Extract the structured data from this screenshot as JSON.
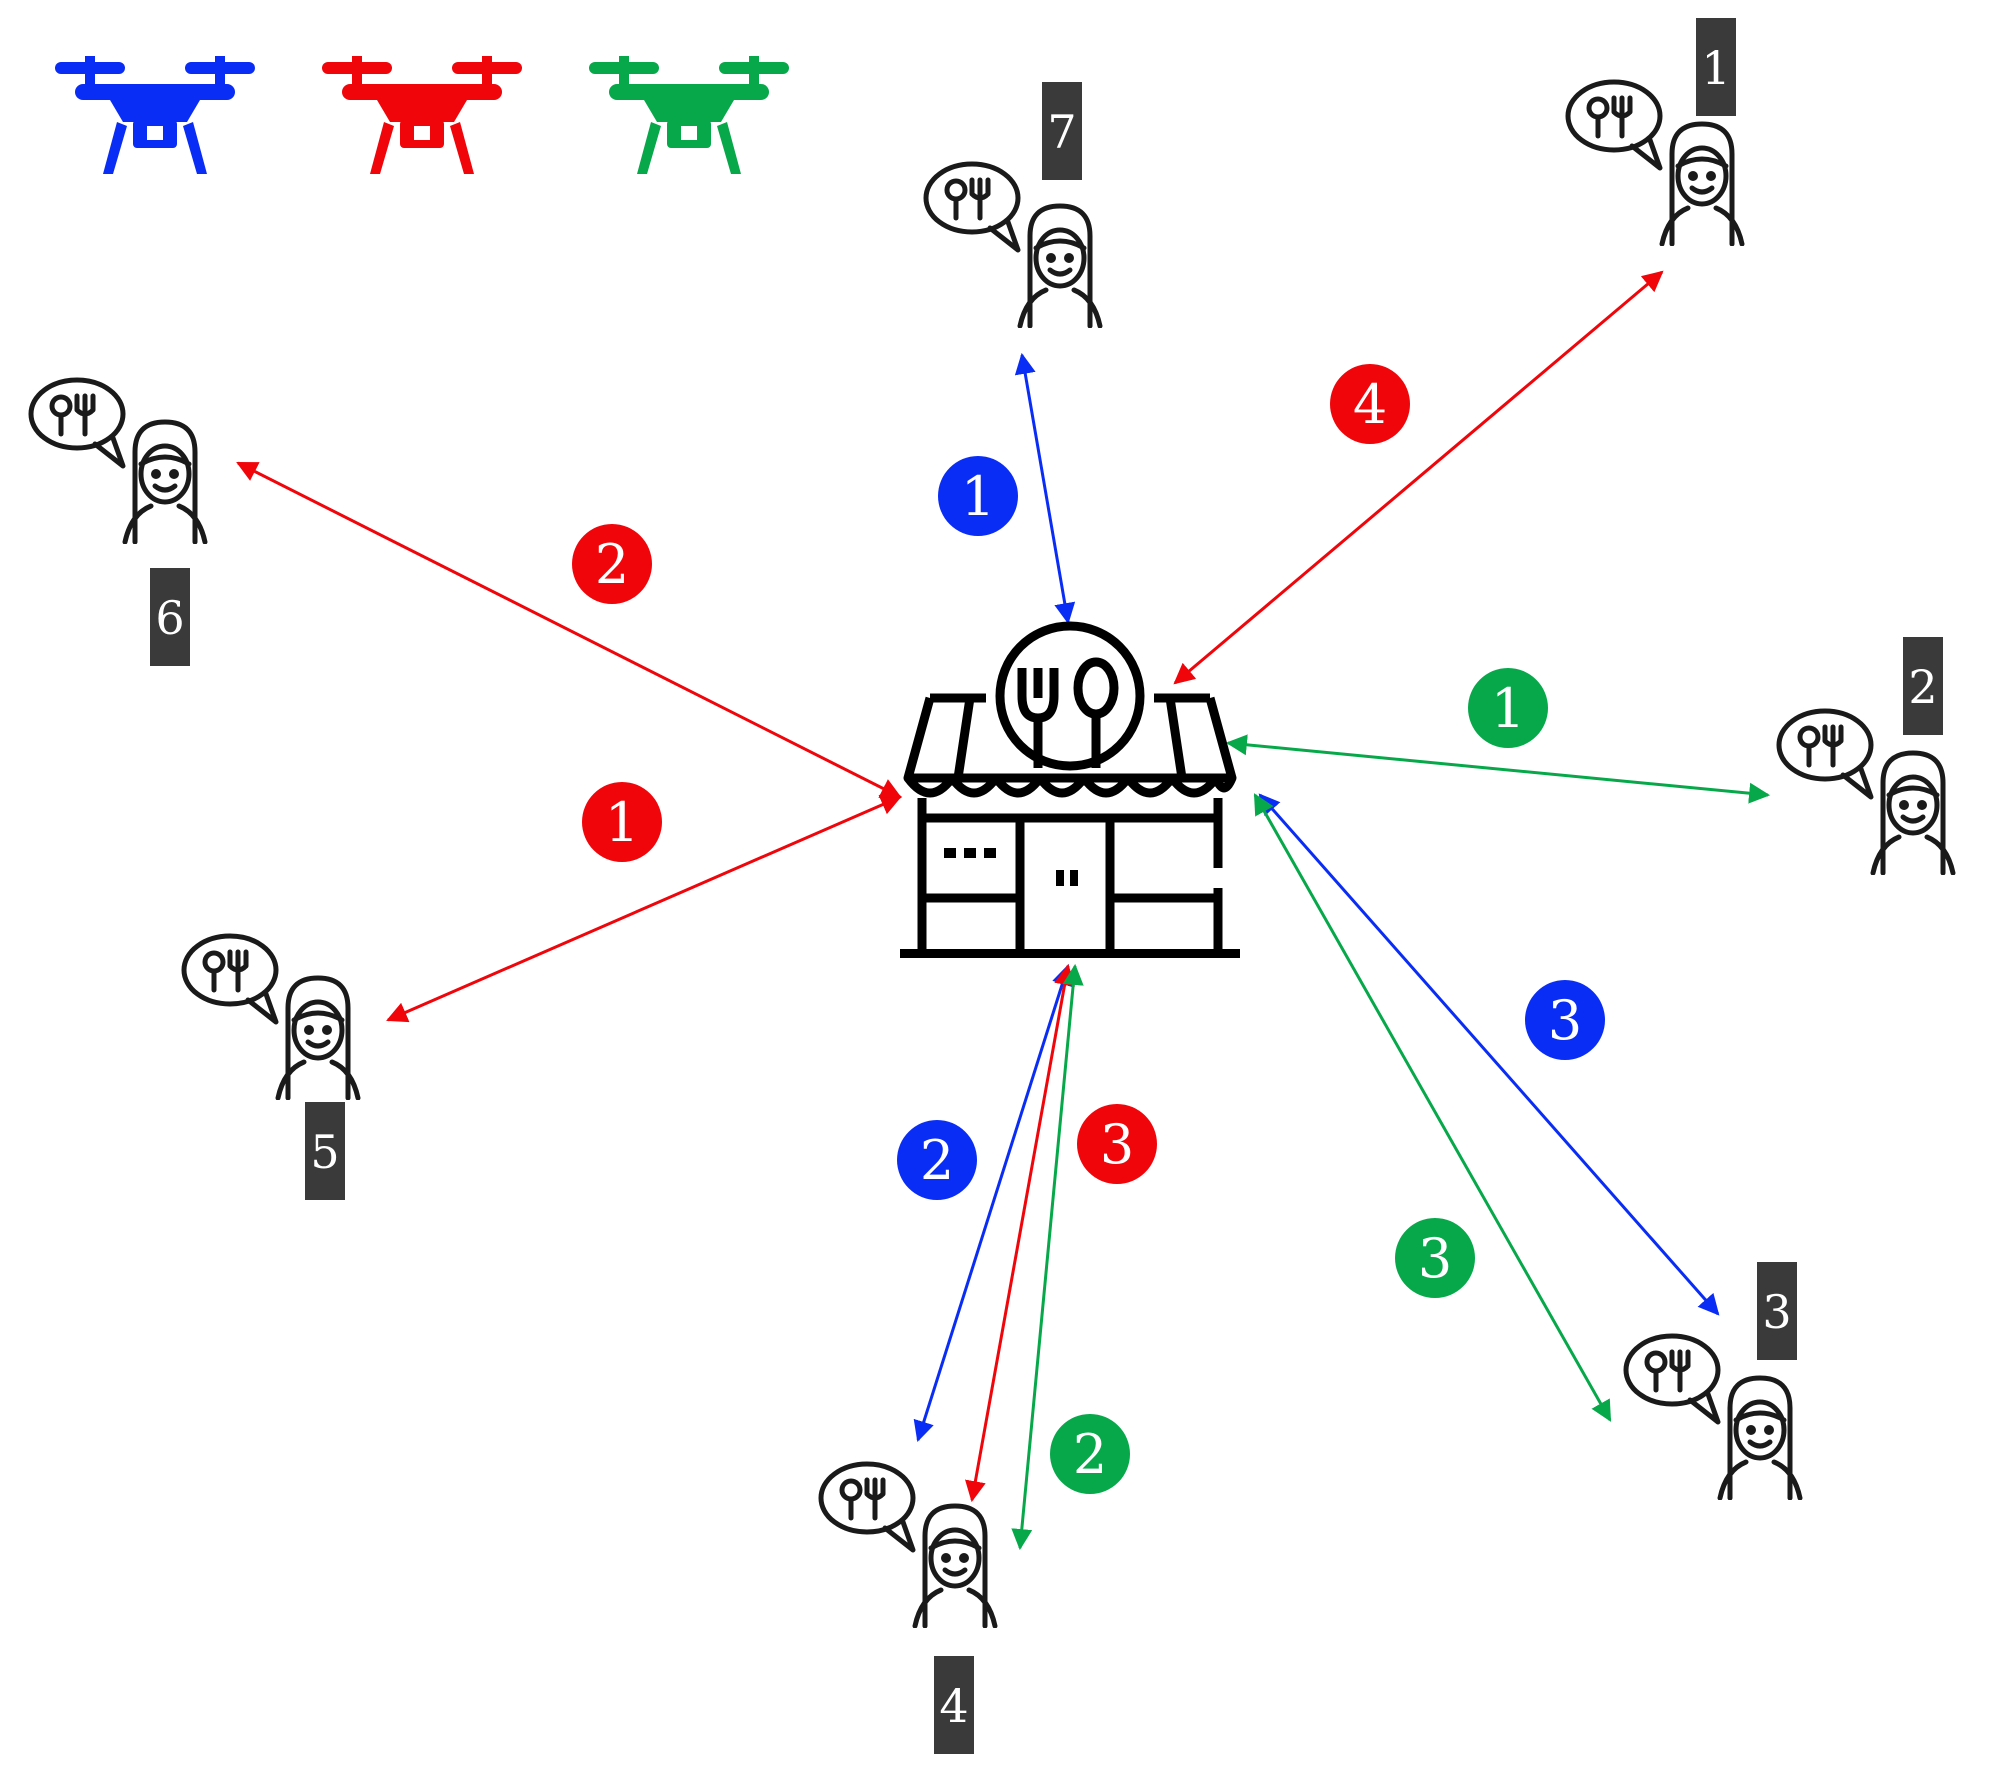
{
  "colors": {
    "blue": "#0a2df5",
    "red": "#f0050a",
    "green": "#07a84a",
    "tag_bg": "#3a3a3a",
    "icon_stroke": "#1a1a1a"
  },
  "drones": [
    {
      "color": "blue",
      "icon": "drone-icon"
    },
    {
      "color": "red",
      "icon": "drone-icon"
    },
    {
      "color": "green",
      "icon": "drone-icon"
    }
  ],
  "restaurant": {
    "icon": "restaurant-storefront-icon"
  },
  "customers": [
    {
      "id": "1",
      "icon": "customer-with-food-order-icon"
    },
    {
      "id": "2",
      "icon": "customer-with-food-order-icon"
    },
    {
      "id": "3",
      "icon": "customer-with-food-order-icon"
    },
    {
      "id": "4",
      "icon": "customer-with-food-order-icon"
    },
    {
      "id": "5",
      "icon": "customer-with-food-order-icon"
    },
    {
      "id": "6",
      "icon": "customer-with-food-order-icon"
    },
    {
      "id": "7",
      "icon": "customer-with-food-order-icon"
    }
  ],
  "routes": [
    {
      "drone": "blue",
      "order": "1",
      "customer": "7"
    },
    {
      "drone": "blue",
      "order": "2",
      "customer": "4"
    },
    {
      "drone": "blue",
      "order": "3",
      "customer": "3"
    },
    {
      "drone": "red",
      "order": "1",
      "customer": "5"
    },
    {
      "drone": "red",
      "order": "2",
      "customer": "6"
    },
    {
      "drone": "red",
      "order": "3",
      "customer": "4"
    },
    {
      "drone": "red",
      "order": "4",
      "customer": "1"
    },
    {
      "drone": "green",
      "order": "1",
      "customer": "2"
    },
    {
      "drone": "green",
      "order": "2",
      "customer": "4"
    },
    {
      "drone": "green",
      "order": "3",
      "customer": "3"
    }
  ]
}
